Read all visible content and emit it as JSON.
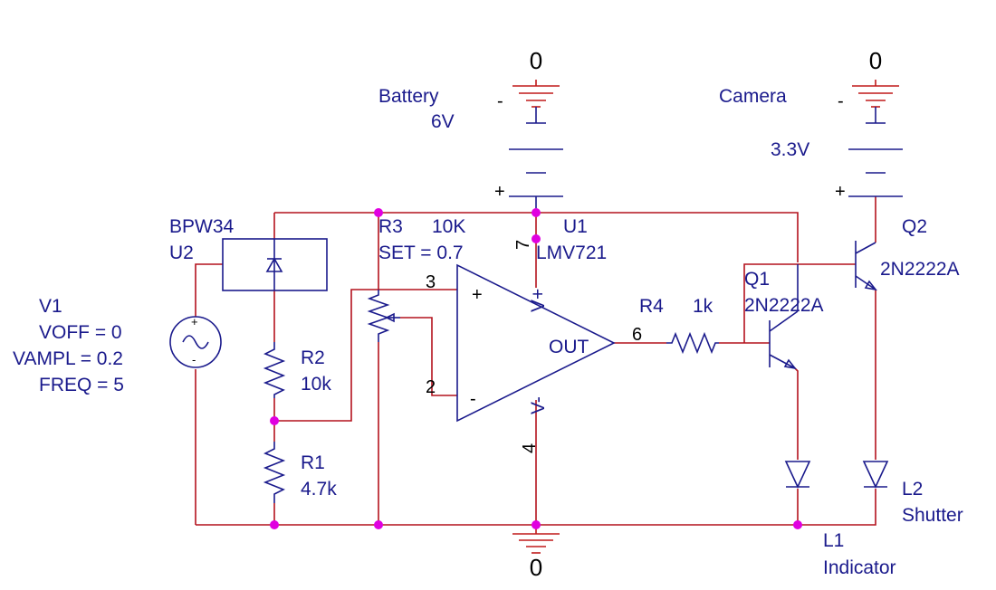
{
  "colors": {
    "wire": "#b4121d",
    "part": "#1a1a8c",
    "junction": "#e000e0",
    "text": "#1a1a8c"
  },
  "ground_label": "0",
  "battery": {
    "name": "Battery",
    "value": "6V",
    "minus": "-",
    "plus": "+"
  },
  "camera": {
    "name": "Camera",
    "value": "3.3V",
    "minus": "-",
    "plus": "+"
  },
  "v1": {
    "name": "V1",
    "voff": "VOFF = 0",
    "vampl": "VAMPL = 0.2",
    "freq": "FREQ = 5",
    "plus": "+",
    "minus": "-"
  },
  "u2": {
    "part": "BPW34",
    "ref": "U2"
  },
  "r2": {
    "ref": "R2",
    "value": "10k"
  },
  "r1": {
    "ref": "R1",
    "value": "4.7k"
  },
  "r3": {
    "ref": "R3",
    "value": "10K",
    "set": "SET = 0.7"
  },
  "u1": {
    "ref": "U1",
    "part": "LMV721",
    "pin_vpos": "7",
    "pin_in_pos": "3",
    "pin_in_neg": "2",
    "pin_out": "6",
    "pin_vneg": "4",
    "out_label": "OUT",
    "vplus_label": "V+",
    "vminus_label": "V-",
    "in_plus": "+",
    "in_minus": "-"
  },
  "r4": {
    "ref": "R4",
    "value": "1k"
  },
  "q1": {
    "ref": "Q1",
    "part": "2N2222A"
  },
  "q2": {
    "ref": "Q2",
    "part": "2N2222A"
  },
  "l1": {
    "ref": "L1",
    "name": "Indicator"
  },
  "l2": {
    "ref": "L2",
    "name": "Shutter"
  }
}
